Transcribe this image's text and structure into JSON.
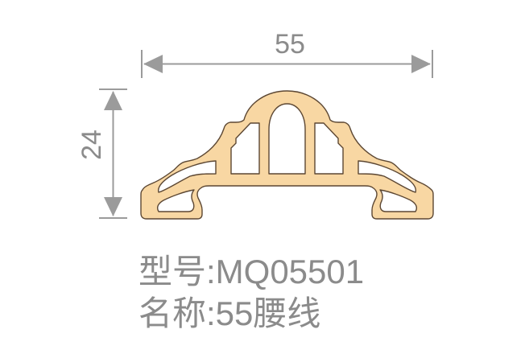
{
  "dimensions": {
    "width": "55",
    "height": "24"
  },
  "labels": {
    "model": "型号:MQ05501",
    "name": "名称:55腰线"
  },
  "colors": {
    "profile_fill": "#F8D7A3",
    "profile_stroke": "#5C4733",
    "dimension_color": "#9B9B9B",
    "text_color": "#8B8B8B",
    "background": "#FFFFFF"
  }
}
